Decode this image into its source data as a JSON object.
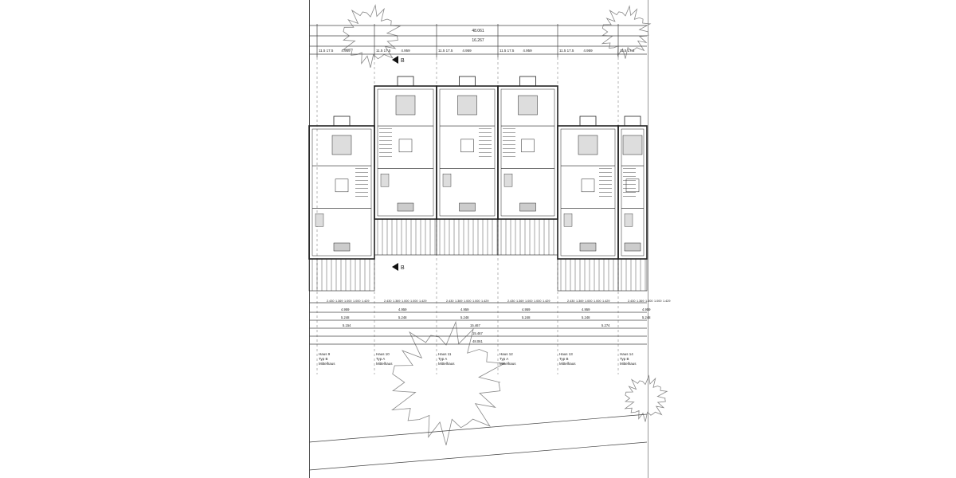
{
  "drawing": {
    "top_dimensions": {
      "overall": "48.061",
      "middle": "16.267",
      "unit": "4.959",
      "joint": "11.5 17.5"
    },
    "bottom_dimensions": {
      "row1": [
        "2.430",
        "1.369",
        "1.000",
        "1.000",
        "1.429"
      ],
      "row2": "4.959",
      "row3": "5.248",
      "row4": [
        "5.154",
        "15.467",
        "5.274"
      ],
      "row5": "15.467",
      "row6": "48.061"
    },
    "section_marker": "B",
    "houses": [
      {
        "name": "Haus 9",
        "type": "Typ B",
        "kind": "Mittelhaus"
      },
      {
        "name": "Haus 10",
        "type": "Typ A",
        "kind": "Mittelhaus"
      },
      {
        "name": "Haus 11",
        "type": "Typ A",
        "kind": "Mittelhaus"
      },
      {
        "name": "Haus 12",
        "type": "Typ A",
        "kind": "Mittelhaus"
      },
      {
        "name": "Haus 13",
        "type": "Typ B",
        "kind": "Mittelhaus"
      },
      {
        "name": "Haus 14",
        "type": "Typ B",
        "kind": "Mittelhaus"
      }
    ]
  }
}
